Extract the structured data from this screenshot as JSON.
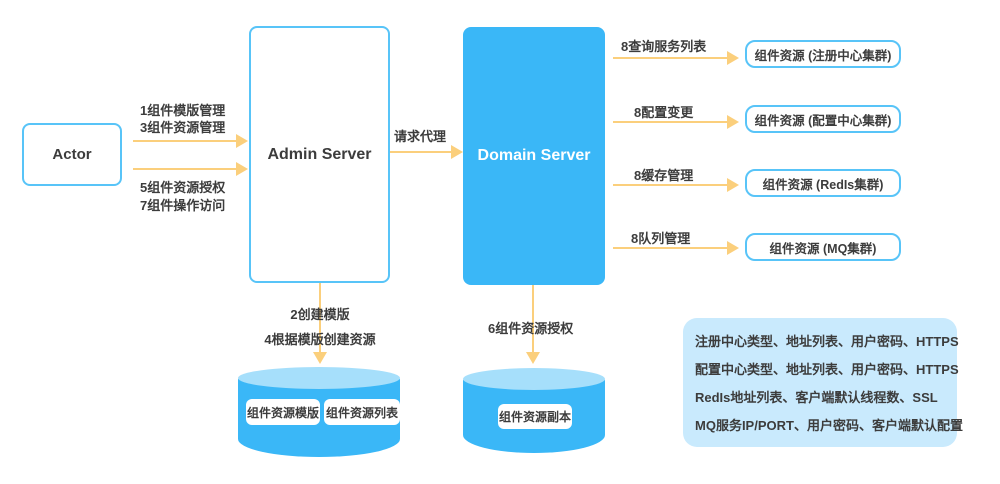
{
  "colors": {
    "server_blue": "#3AB7F7",
    "box_border_blue": "#58C4F8",
    "info_panel_blue": "#C9EAFD",
    "cylinder_cap_blue": "#A6DFFB",
    "arrow_gold": "#FBCF7C",
    "text_ink": "#3C3C3C"
  },
  "nodes": {
    "actor": {
      "label": "Actor"
    },
    "admin_server": {
      "label": "Admin Server"
    },
    "domain_server": {
      "label": "Domain Server"
    },
    "resource_registry": {
      "label": "组件资源 (注册中心集群)"
    },
    "resource_config": {
      "label": "组件资源 (配置中心集群)"
    },
    "resource_redis": {
      "label": "组件资源 (RedIs集群)"
    },
    "resource_mq": {
      "label": "组件资源 (MQ集群)"
    }
  },
  "edges": {
    "actor_admin_top": {
      "lines": [
        "1组件模版管理",
        "3组件资源管理"
      ]
    },
    "actor_admin_bottom": {
      "lines": [
        "5组件资源授权",
        "7组件操作访问"
      ]
    },
    "admin_domain": {
      "label": "请求代理"
    },
    "domain_registry": {
      "label": "8查询服务列表"
    },
    "domain_config": {
      "label": "8配置变更"
    },
    "domain_cache": {
      "label": "8缓存管理"
    },
    "domain_queue": {
      "label": "8队列管理"
    },
    "admin_db": {
      "lines": [
        "2创建模版",
        "4根据模版创建资源"
      ]
    },
    "domain_db": {
      "label": "6组件资源授权"
    }
  },
  "databases": {
    "admin_db": {
      "items": [
        "组件资源模版",
        "组件资源列表"
      ]
    },
    "domain_db": {
      "items": [
        "组件资源副本"
      ]
    }
  },
  "info_box": {
    "lines": [
      "注册中心类型、地址列表、用户密码、HTTPS",
      "配置中心类型、地址列表、用户密码、HTTPS",
      "RedIs地址列表、客户端默认线程数、SSL",
      "MQ服务IP/PORT、用户密码、客户端默认配置"
    ]
  }
}
